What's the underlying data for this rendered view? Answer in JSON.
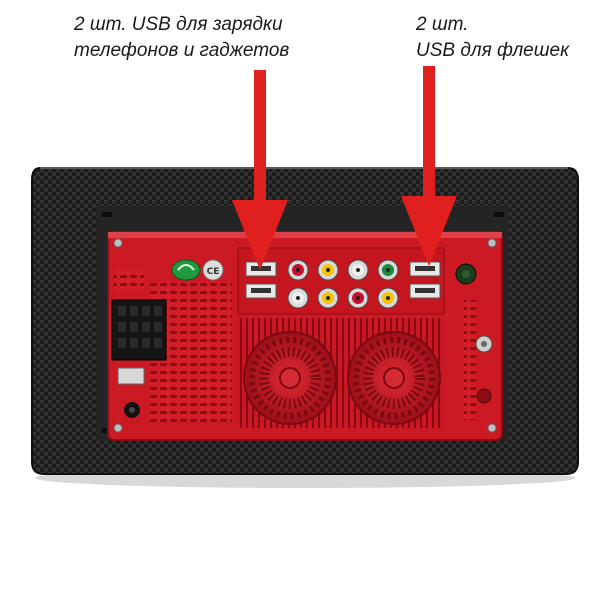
{
  "captions": {
    "left": {
      "line1": "2 шт. USB для зарядки",
      "line2": "телефонов и гаджетов"
    },
    "right": {
      "line1": "2 шт.",
      "line2": "USB для флешек"
    }
  },
  "colors": {
    "arrow": "#e0201e",
    "bezel": "#1c1c1c",
    "chassis": "#cc1a24",
    "port_red": "#c8102e",
    "port_white": "#eeeeee",
    "port_yellow": "#f4c400",
    "port_green": "#1b8a3b",
    "caption_text": "#1a1a1a"
  },
  "icons": [
    "usb-port",
    "rca-jack",
    "cooling-fan",
    "recycle-badge",
    "ce-mark"
  ]
}
